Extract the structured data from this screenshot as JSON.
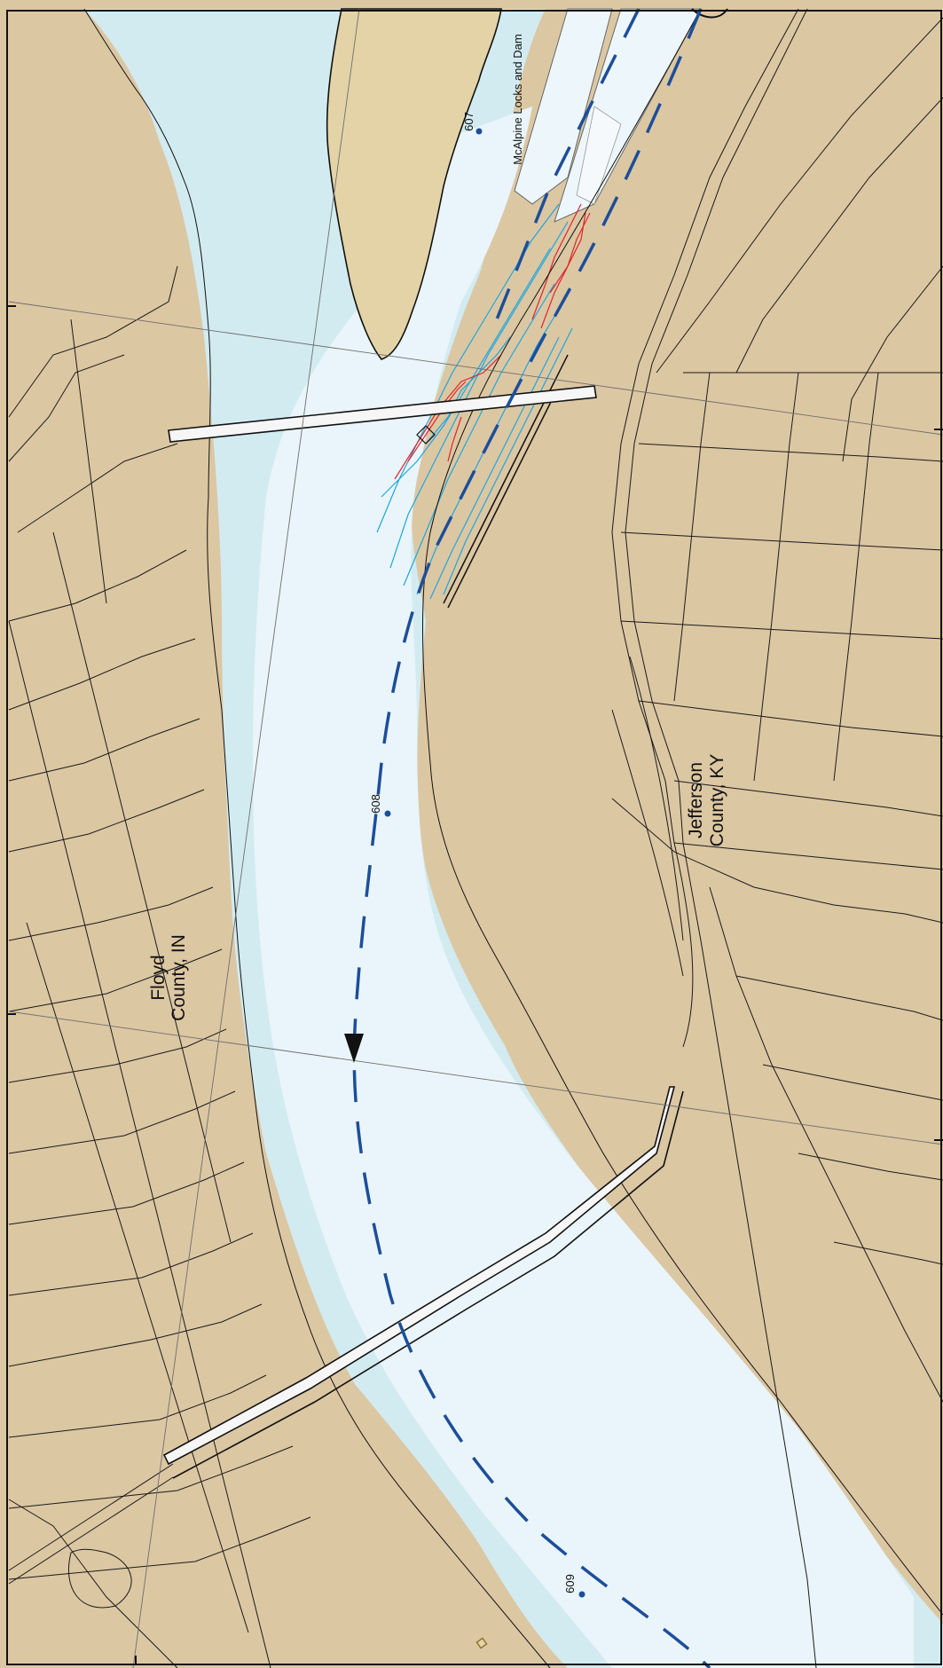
{
  "map": {
    "labels": {
      "floyd_line1": "Floyd",
      "floyd_line2": "County, IN",
      "jefferson_line1": "Jefferson",
      "jefferson_line2": "County, KY",
      "locks": "McAlpine Locks and Dam"
    },
    "river_miles": [
      {
        "id": "mile-607",
        "label": "607"
      },
      {
        "id": "mile-608",
        "label": "608"
      },
      {
        "id": "mile-609",
        "label": "609"
      }
    ],
    "colors": {
      "land": "#dcc7a3",
      "island": "#e3d3a7",
      "shallow_water": "#d2ebf1",
      "deep_water": "#e9f5fa",
      "sailing_line": "#1c4e9a",
      "contour_blue": "#1ca6de",
      "contour_red": "#e0262d",
      "roads": "#1a1a1a",
      "grid": "#6e6e6e"
    },
    "icons": {
      "flow_direction": "arrowhead-down-icon",
      "mile_marker": "blue-dot-icon"
    }
  }
}
